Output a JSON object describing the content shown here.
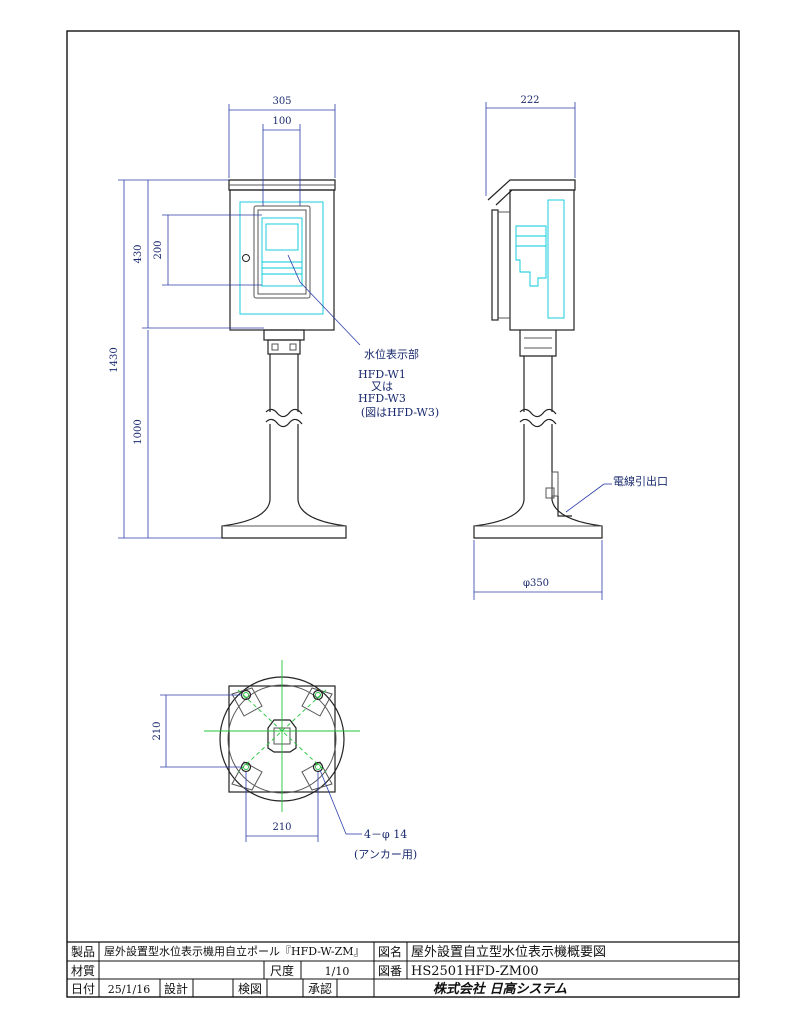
{
  "dimensions": {
    "front_width": "305",
    "front_inner": "100",
    "side_depth": "222",
    "front_box_height": "430",
    "front_display_height": "200",
    "total_height": "1430",
    "pole_height": "1000",
    "base_dia": "φ350",
    "plan_width": "210",
    "plan_height": "210"
  },
  "notes": {
    "display_label": "水位表示部",
    "model_1": "HFD-W1",
    "model_or": "又は",
    "model_2": "HFD-W3",
    "model_note": "(図はHFD-W3)",
    "cable_outlet": "電線引出口",
    "anchor_holes": "4－φ 14",
    "anchor_use": "(アンカー用)"
  },
  "title_block": {
    "product_label": "製品",
    "product_value": "屋外設置型水位表示機用自立ポール『HFD-W-ZM』",
    "drawing_name_label": "図名",
    "drawing_name_value": "屋外設置自立型水位表示機概要図",
    "material_label": "材質",
    "material_value": "",
    "scale_label": "尺度",
    "scale_value": "1/10",
    "drawing_no_label": "図番",
    "drawing_no_value": "HS2501HFD-ZM00",
    "date_label": "日付",
    "date_value": "25/1/16",
    "design_label": "設計",
    "design_value": "",
    "check_label": "検図",
    "check_value": "",
    "approve_label": "承認",
    "approve_value": "",
    "company": "株式会社 日高システム"
  },
  "colors": {
    "outline": "#555555",
    "dimension": "#2b3da8",
    "component": "#00c8d8",
    "centerline": "#22c43a"
  }
}
